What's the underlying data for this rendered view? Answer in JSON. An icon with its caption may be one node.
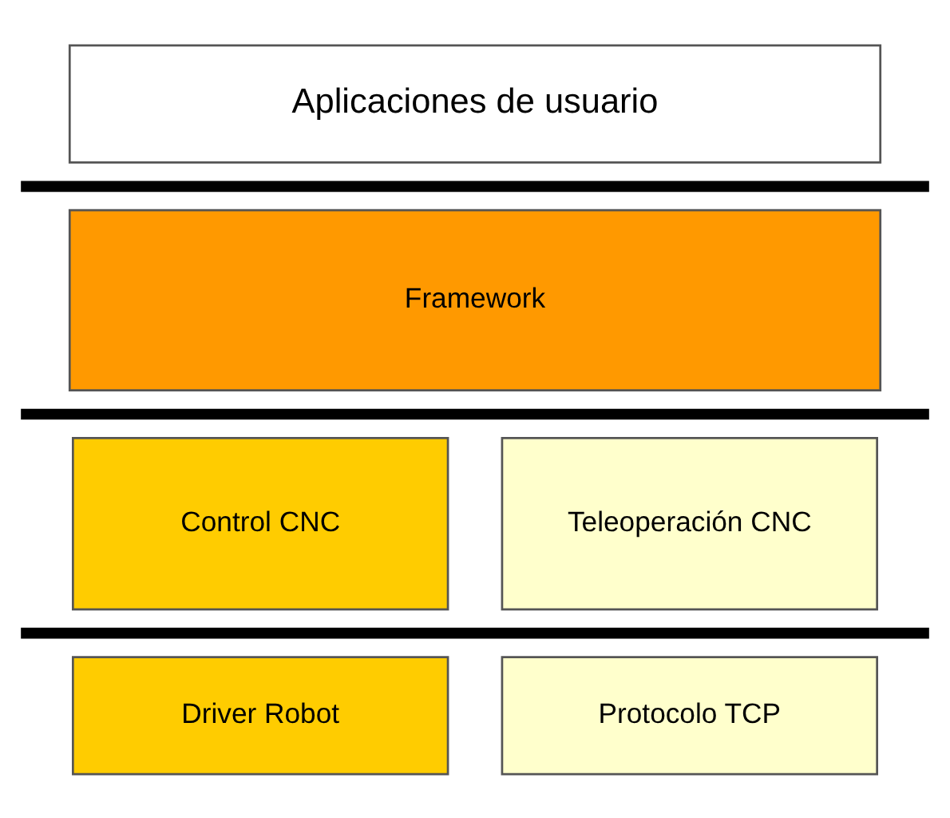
{
  "diagram": {
    "nodes": [
      {
        "text": [
          "Aplicaciones de usuario"
        ]
      },
      {
        "text": [
          "Framework"
        ]
      },
      {
        "text": [
          "Control CNC"
        ]
      },
      {
        "text": [
          "Teleoperación CNC"
        ]
      },
      {
        "text": [
          "Driver Robot"
        ]
      },
      {
        "text": [
          "Protocolo TCP"
        ]
      }
    ]
  }
}
